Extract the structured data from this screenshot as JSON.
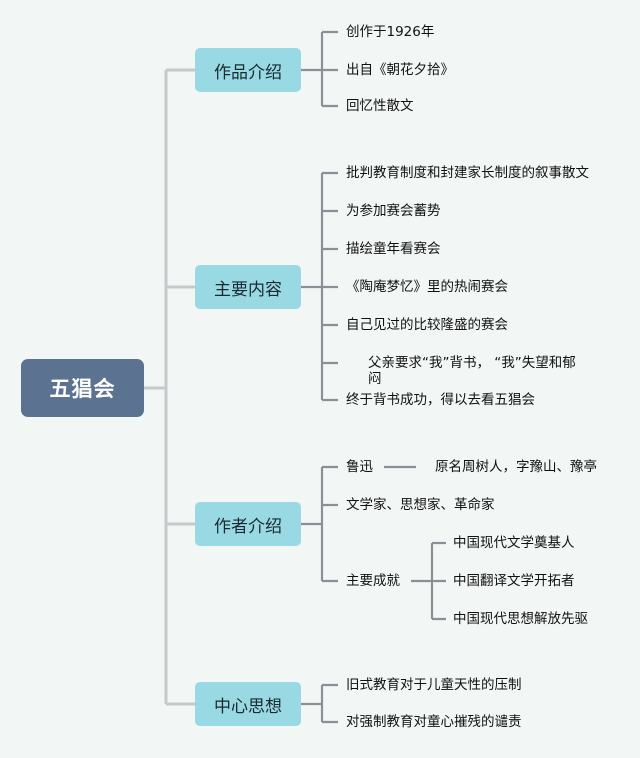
{
  "root": {
    "title": "五猖会"
  },
  "branches": [
    {
      "label": "作品介绍",
      "items": [
        "创作于1926年",
        "出自《朝花夕拾》",
        "回忆性散文"
      ]
    },
    {
      "label": "主要内容",
      "items": [
        "批判教育制度和封建家长制度的叙事散文",
        "为参加赛会蓄势",
        "描绘童年看赛会",
        "《陶庵梦忆》里的热闹赛会",
        "自己见过的比较隆盛的赛会",
        "父亲要求“我”背书， “我”失望和郁闷",
        "终于背书成功，得以去看五猖会"
      ]
    },
    {
      "label": "作者介绍",
      "items": [
        "鲁迅",
        "文学家、思想家、革命家",
        "主要成就"
      ],
      "sub": {
        "luxun": "原名周树人，字豫山、豫亭",
        "achievements": [
          "中国现代文学奠基人",
          "中国翻译文学开拓者",
          "中国现代思想解放先驱"
        ]
      }
    },
    {
      "label": "中心思想",
      "items": [
        "旧式教育对于儿童天性的压制",
        "对强制教育对童心摧残的谴责"
      ]
    }
  ],
  "colors": {
    "root": "#5b7290",
    "branch": "#98d9e3",
    "connector_root": "#c4c9cc",
    "connector_branch": "#8a9096",
    "background": "#f2f6f5"
  }
}
